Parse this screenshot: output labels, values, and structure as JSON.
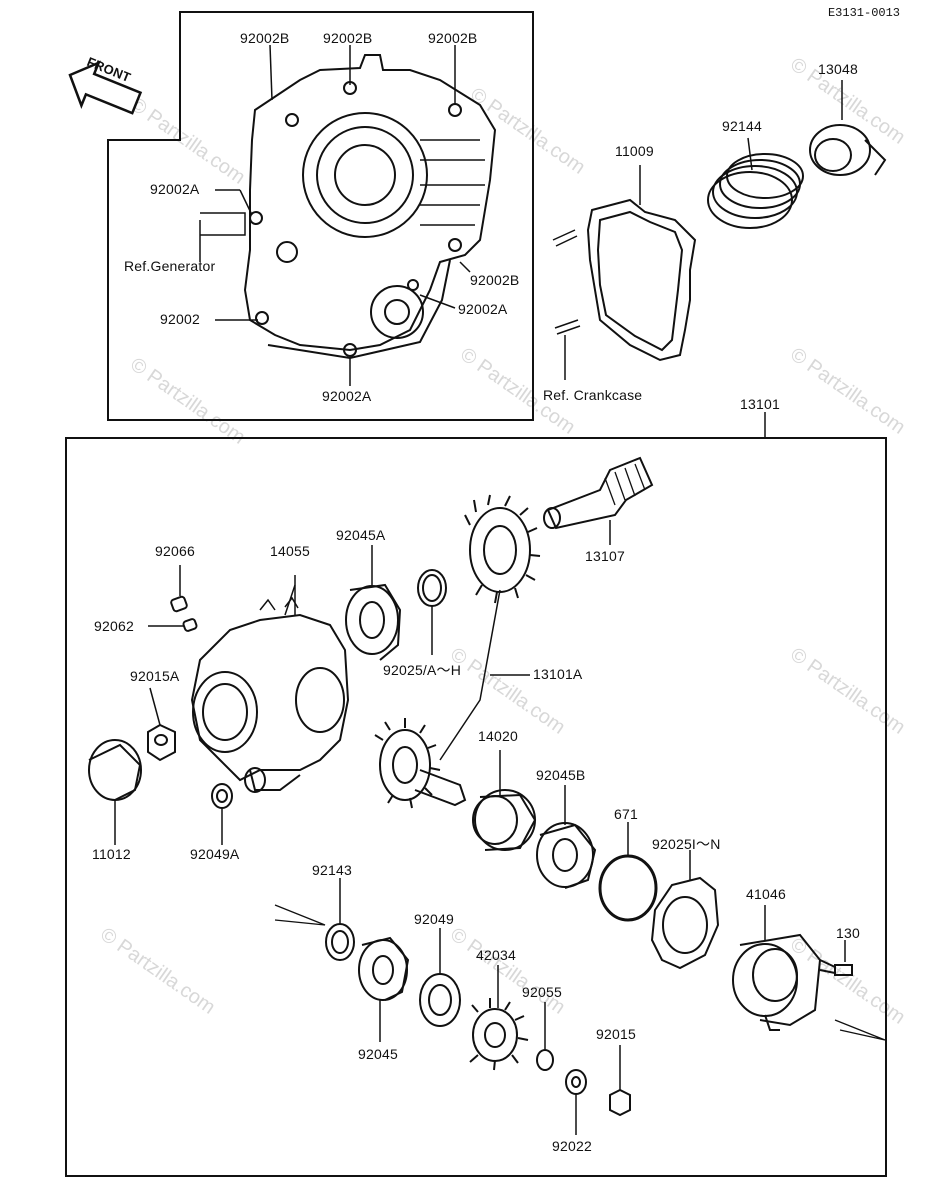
{
  "diagram_code": "E3131-0013",
  "front_label": "FRONT",
  "watermark": "© Partzilla.com",
  "parts": {
    "p92002B_a": "92002B",
    "p92002B_b": "92002B",
    "p92002B_c": "92002B",
    "p92002A_left": "92002A",
    "ref_generator": "Ref.Generator",
    "p92002B_right": "92002B",
    "p92002": "92002",
    "p92002A_right": "92002A",
    "p92002A_bottom": "92002A",
    "p11009": "11009",
    "p92144": "92144",
    "p13048": "13048",
    "ref_crankcase": "Ref. Crankcase",
    "p13101": "13101",
    "p92066": "92066",
    "p14055": "14055",
    "p92045A": "92045A",
    "p13107": "13107",
    "p92062": "92062",
    "p92015A": "92015A",
    "p92025AH": "92025/A～H",
    "p13101A": "13101A",
    "p14020": "14020",
    "p92045B": "92045B",
    "p671": "671",
    "p92025IN": "92025I～N",
    "p11012": "11012",
    "p92049A": "92049A",
    "p92143": "92143",
    "p92049": "92049",
    "p42034": "42034",
    "p41046": "41046",
    "p130": "130",
    "p92055": "92055",
    "p92015": "92015",
    "p92045": "92045",
    "p92022": "92022"
  }
}
